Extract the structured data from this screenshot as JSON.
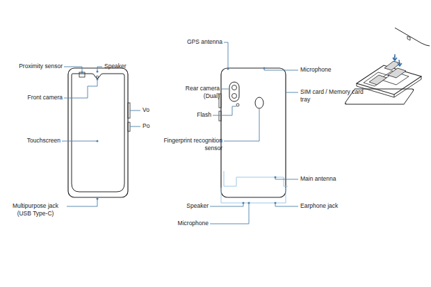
{
  "diagram": {
    "labels": [
      "Proximity sensor",
      "Speaker",
      "Front camera",
      "Vo",
      "Po",
      "Touchscreen",
      "Multipurpose jack (USB Type-C)",
      "GPS antenna",
      "Microphone",
      "Rear camera (Dual)",
      "SIM card / Memory card tray",
      "Flash",
      "Fingerprint recognition sensor",
      "Main antenna",
      "Speaker",
      "Earphone jack",
      "Microphone"
    ]
  }
}
